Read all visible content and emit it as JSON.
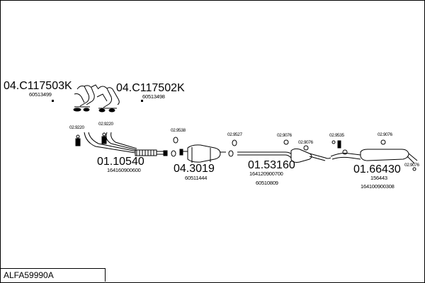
{
  "diagram_title": "ALFA59990A",
  "parts": {
    "manifold_left": {
      "number": "04.C117503K",
      "oe": "60513499"
    },
    "manifold_right": {
      "number": "04.C117502K",
      "oe": "60513498"
    },
    "front_pipe": {
      "number": "01.10540",
      "oe": "164160900600"
    },
    "catalyst": {
      "number": "04.3019",
      "oe": "60511444"
    },
    "middle_silencer": {
      "number": "01.53160",
      "oe": "164120900700",
      "oe2": "60510809"
    },
    "rear_silencer": {
      "number": "01.66430",
      "oe": "156443",
      "oe2": "164100900308"
    }
  },
  "fittings": {
    "f1": "02.9220",
    "f2": "02.9220",
    "f3": "02.9538",
    "f4": "02.9527",
    "f5": "02.9076",
    "f6": "02.9076",
    "f7": "02.9535",
    "f8": "02.9076",
    "f9": "02.9076"
  }
}
